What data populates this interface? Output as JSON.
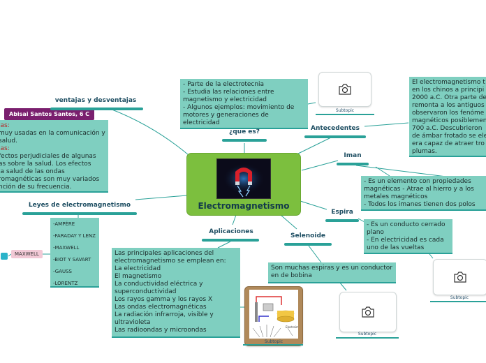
{
  "central": {
    "title": "Electromagnetismo",
    "image": "magnet-with-electric-sparks"
  },
  "tag": {
    "author": "Abisai Santos Santos, 6 C"
  },
  "topics": {
    "ventajas": "ventajas y desventajas",
    "quees": "¿que es?",
    "antecedentes": "Antecedentes",
    "iman": "Iman",
    "espira": "Espira",
    "selenoide": "Selenoide",
    "aplicaciones": "Aplicaciones",
    "leyes": "Leyes de electromagnetismo"
  },
  "ventajas_box": {
    "line1_red": "jas:",
    "line2": "muy usadas en la comunicación y",
    "line3": "salud.",
    "line4_red": "jas:",
    "line5": "fectos perjudiciales de algunas",
    "line6": "as sobre la salud. Los efectos",
    "line7": " la salud de las ondas",
    "line8": "romagnéticas son muy variados",
    "line9": "nción de su frecuencia."
  },
  "quees_box": "- Parte de la electrotecnia\n- Estudia las relaciones entre magnetismo y electricidad\n- Algunos ejemplos: movimiento de motores y generaciones de electricidad",
  "antecedentes_box": "El electromagnetismo t\nen los chinos a principi\n2000 a.C. Otra parte de\nremonta a los antiguos\nobservaron los fenóme\nmagnéticos posiblemen\n700 a.C. Descubrieron\nde ámbar frotado se ele\nera capaz de atraer tro\nplumas.",
  "iman_box": "- Es un elemento con propiedades magnéticas                      - Atrae al hierro y a los metales magnéticos\n- Todos los imanes tienen dos polos",
  "espira_box": "- Es un conducto cerrado plano\n- En electricidad es cada uno de las vueltas",
  "selenoide_box": "Son muchas espiras y es un conductor en de bobina",
  "aplicaciones_box": "Las principales aplicaciones del electromagnetismo se emplean en:\nLa electricidad\nEl magnetismo\nLa conductividad eléctrica y superconductividad\nLos rayos gamma y los rayos X\nLas ondas electromagnéticas\nLa radiación infrarroja, visible y ultravioleta\nLas radioondas y microondas",
  "leyes_list": [
    "-AMPÉRE",
    "-FARADAY Y LENZ",
    "-MAXWELL",
    "-BIOT Y SAVART",
    "-GAUSS",
    "-LORENTZ"
  ],
  "maxwell_tag": "MAXWELL",
  "subtopics": {
    "a": "Subtopic",
    "b": "Subtopic",
    "c": "Subtopic",
    "d": "Subtopic"
  },
  "colors": {
    "central": "#7cbf3e",
    "box": "#7fcfc0",
    "bar": "#2aa198",
    "tag": "#7a1f6e",
    "heading": "#1f4f63"
  },
  "icons": {
    "placeholder": "camera-icon"
  }
}
